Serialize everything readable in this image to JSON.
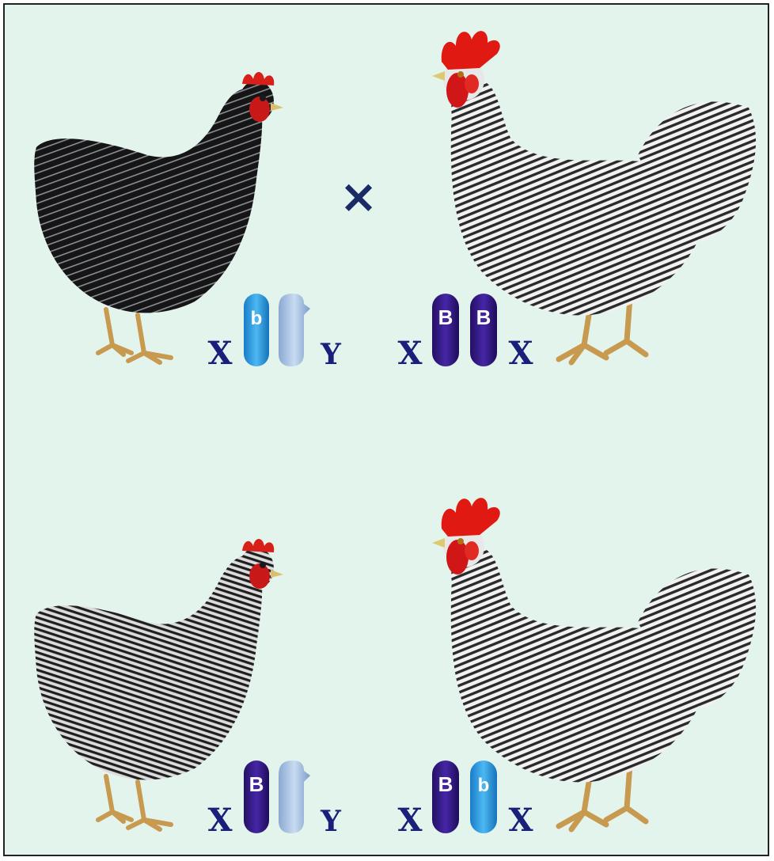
{
  "colors": {
    "background": "#e3f4ec",
    "chromosome_B": "#3a1a8a",
    "chromosome_b": "#2a9ee0",
    "chromosome_Y": "#a9c4e6",
    "label": "#1a1f7a"
  },
  "cross_symbol": "×",
  "parents": {
    "hen": {
      "plumage": "black",
      "left_label": "X",
      "allele": "b",
      "right_label": "Y"
    },
    "rooster": {
      "plumage": "barred",
      "left_label": "X",
      "allele1": "B",
      "allele2": "B",
      "right_label": "X"
    }
  },
  "offspring": {
    "hen": {
      "plumage": "barred",
      "left_label": "X",
      "allele": "B",
      "right_label": "Y"
    },
    "rooster": {
      "plumage": "barred",
      "left_label": "X",
      "allele1": "B",
      "allele2": "b",
      "right_label": "X"
    }
  }
}
